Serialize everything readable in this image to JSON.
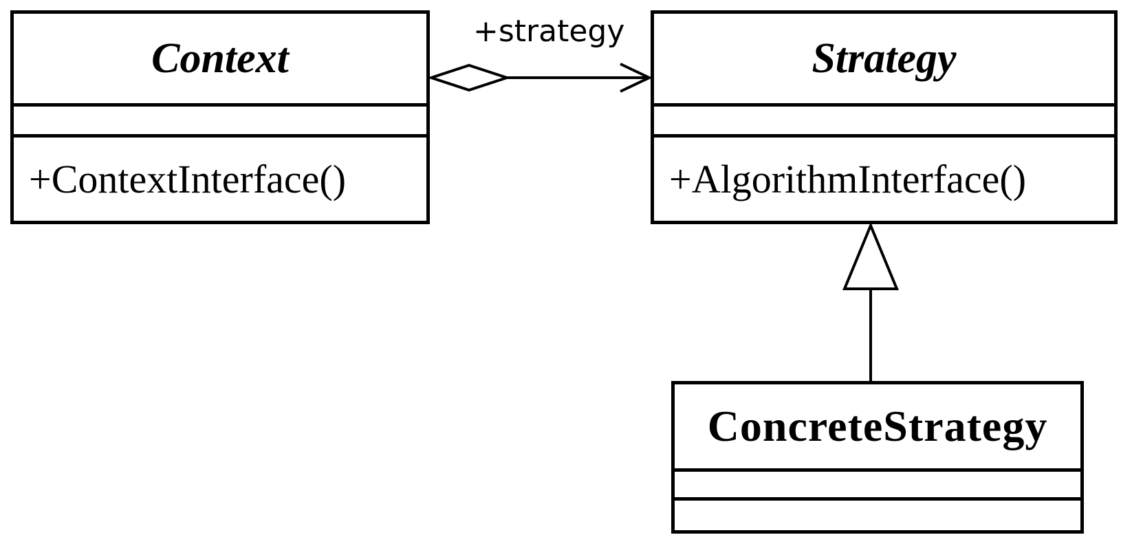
{
  "diagram": {
    "classes": {
      "context": {
        "name": "Context",
        "abstract": true,
        "attributes": [],
        "operations": [
          "+ContextInterface()"
        ]
      },
      "strategy": {
        "name": "Strategy",
        "abstract": true,
        "attributes": [],
        "operations": [
          "+AlgorithmInterface()"
        ]
      },
      "concrete_strategy": {
        "name": "ConcreteStrategy",
        "abstract": false,
        "attributes": [],
        "operations": []
      }
    },
    "relationships": {
      "aggregation": {
        "from": "Context",
        "to": "Strategy",
        "kind": "aggregation",
        "role_label": "+strategy"
      },
      "generalization": {
        "from": "ConcreteStrategy",
        "to": "Strategy",
        "kind": "generalization"
      }
    }
  }
}
